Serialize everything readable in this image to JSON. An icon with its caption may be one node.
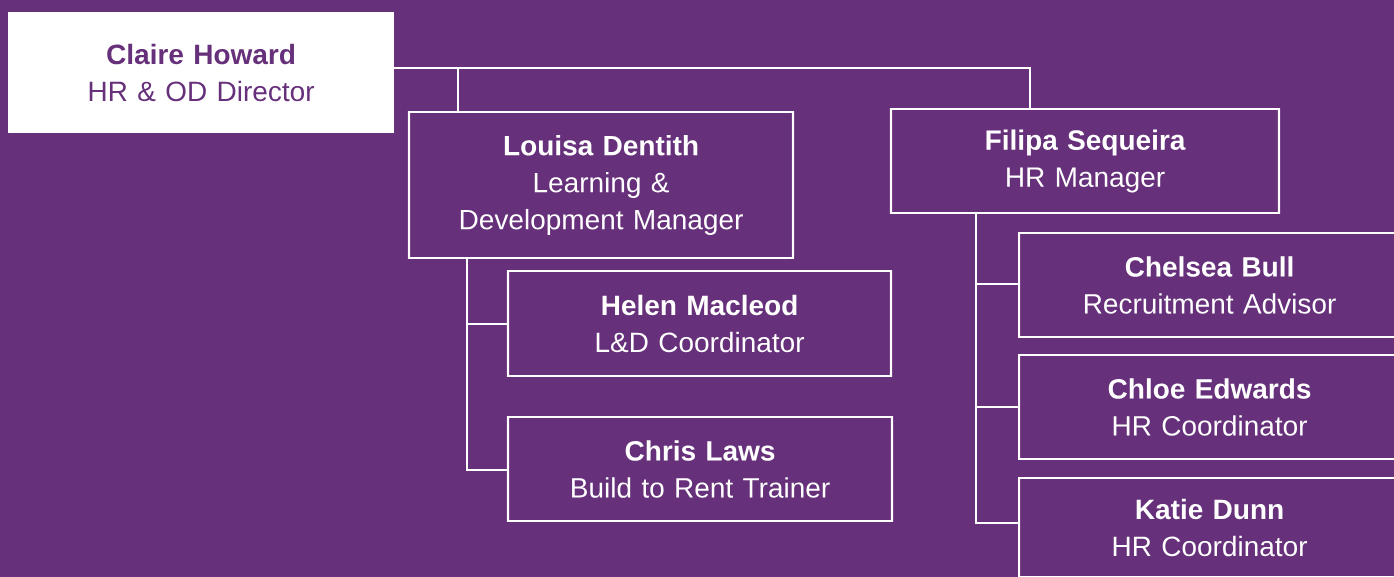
{
  "diagram": {
    "nodes": [
      {
        "text": [
          "Claire Howard",
          "HR & OD Director"
        ]
      },
      {
        "text": [
          "Louisa Dentith",
          "Learning & Development Manager"
        ]
      },
      {
        "text": [
          "Filipa Sequeira",
          "HR Manager"
        ]
      },
      {
        "text": [
          "Helen Macleod",
          "L&D Coordinator"
        ]
      },
      {
        "text": [
          "Chris Laws",
          "Build to Rent Trainer"
        ]
      },
      {
        "text": [
          "Chelsea Bull",
          "Recruitment Advisor"
        ]
      },
      {
        "text": [
          "Chloe Edwards",
          "HR Coordinator"
        ]
      },
      {
        "text": [
          "Katie Dunn",
          "HR Coordinator"
        ]
      }
    ],
    "edges": [
      {
        "from": 0,
        "to": 1,
        "arrow": "none"
      },
      {
        "from": 0,
        "to": 2,
        "arrow": "none"
      },
      {
        "from": 1,
        "to": 3,
        "arrow": "none"
      },
      {
        "from": 1,
        "to": 4,
        "arrow": "none"
      },
      {
        "from": 2,
        "to": 5,
        "arrow": "none"
      },
      {
        "from": 2,
        "to": 6,
        "arrow": "none"
      },
      {
        "from": 2,
        "to": 7,
        "arrow": "none"
      }
    ]
  }
}
